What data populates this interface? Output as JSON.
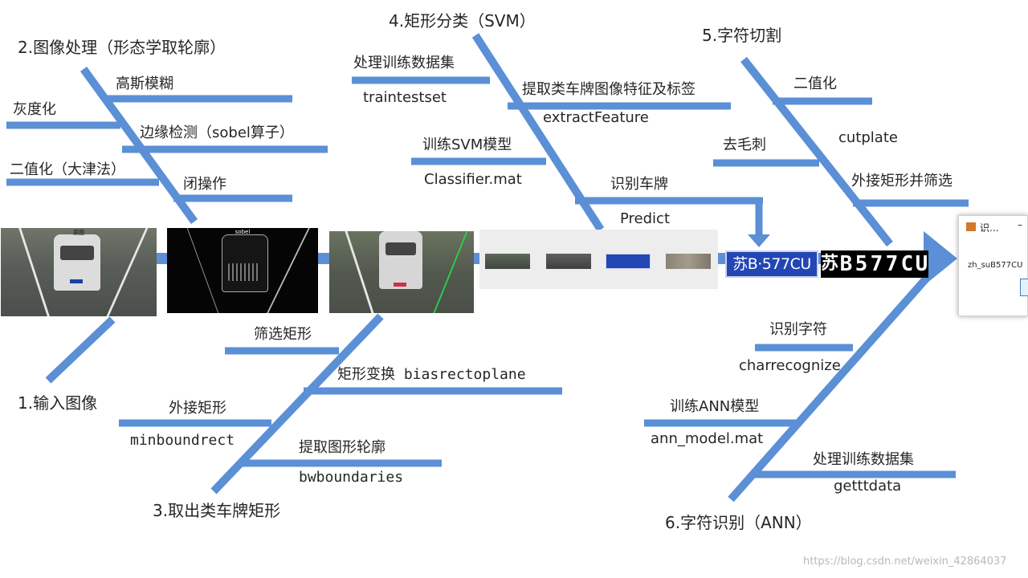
{
  "colors": {
    "bone": "#5b8fd6",
    "bone_dark": "#4a7fc8",
    "plate_blue": "#2346b5"
  },
  "steps": {
    "s1": "1.输入图像",
    "s2": "2.图像处理（形态学取轮廓）",
    "s3": "3.取出类车牌矩形",
    "s4": "4.矩形分类（SVM）",
    "s5": "5.字符切割",
    "s6": "6.字符识别（ANN）"
  },
  "branches": {
    "gray": "灰度化",
    "gauss": "高斯模糊",
    "edge": "边缘检测（sobel算子）",
    "otsu": "二值化（大津法）",
    "close": "闭操作",
    "filter_rect": "筛选矩形",
    "rect_transform": "矩形变换 biasrectoplane",
    "bound_rect": "外接矩形",
    "minboundrect": "minboundrect",
    "extract_contour": "提取图形轮廓",
    "bwboundaries": "bwboundaries",
    "svm_prep": "处理训练数据集",
    "traintestset": "traintestset",
    "svm_feature": "提取类车牌图像特征及标签",
    "extractfeature": "extractFeature",
    "svm_train": "训练SVM模型",
    "classifier": "Classifier.mat",
    "svm_recog": "识别车牌",
    "predict": "Predict",
    "binarize": "二值化",
    "cutplate": "cutplate",
    "deburr": "去毛刺",
    "bound_filter": "外接矩形并筛选",
    "char_recog": "识别字符",
    "charrecognize": "charrecognize",
    "ann_train": "训练ANN模型",
    "ann_model": "ann_model.mat",
    "ann_prep": "处理训练数据集",
    "getttdata": "getttdata"
  },
  "images": {
    "original_caption": "原图",
    "sobel_caption": "sobel"
  },
  "plate": {
    "text": "苏B·577CU",
    "chars": [
      "苏",
      "B",
      "5",
      "7",
      "7",
      "C",
      "U"
    ]
  },
  "dialog": {
    "title": "识...",
    "min_symbol": "–",
    "result": "zh_suB577CU",
    "icon": "matlab-icon"
  },
  "watermark": "https://blog.csdn.net/weixin_42864037"
}
